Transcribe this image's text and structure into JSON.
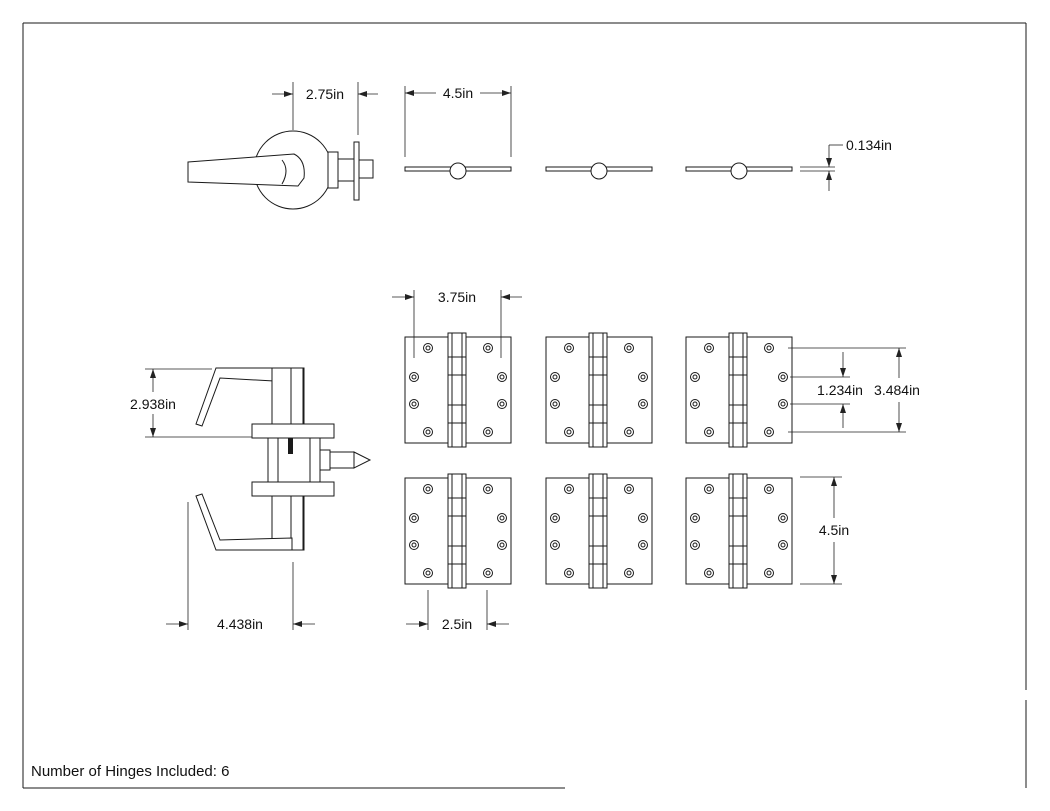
{
  "dimensions": {
    "lever_rose_width": "2.75in",
    "hinge_open_width": "4.5in",
    "hinge_thickness": "0.134in",
    "hinge_leaf_width": "3.75in",
    "lever_height": "2.938in",
    "hole_spacing_inner": "1.234in",
    "hole_spacing_outer": "3.484in",
    "lever_length": "4.438in",
    "hinge_width_bottom": "2.5in",
    "hinge_height": "4.5in"
  },
  "footer": {
    "hinge_count_text": "Number of Hinges Included: 6"
  }
}
